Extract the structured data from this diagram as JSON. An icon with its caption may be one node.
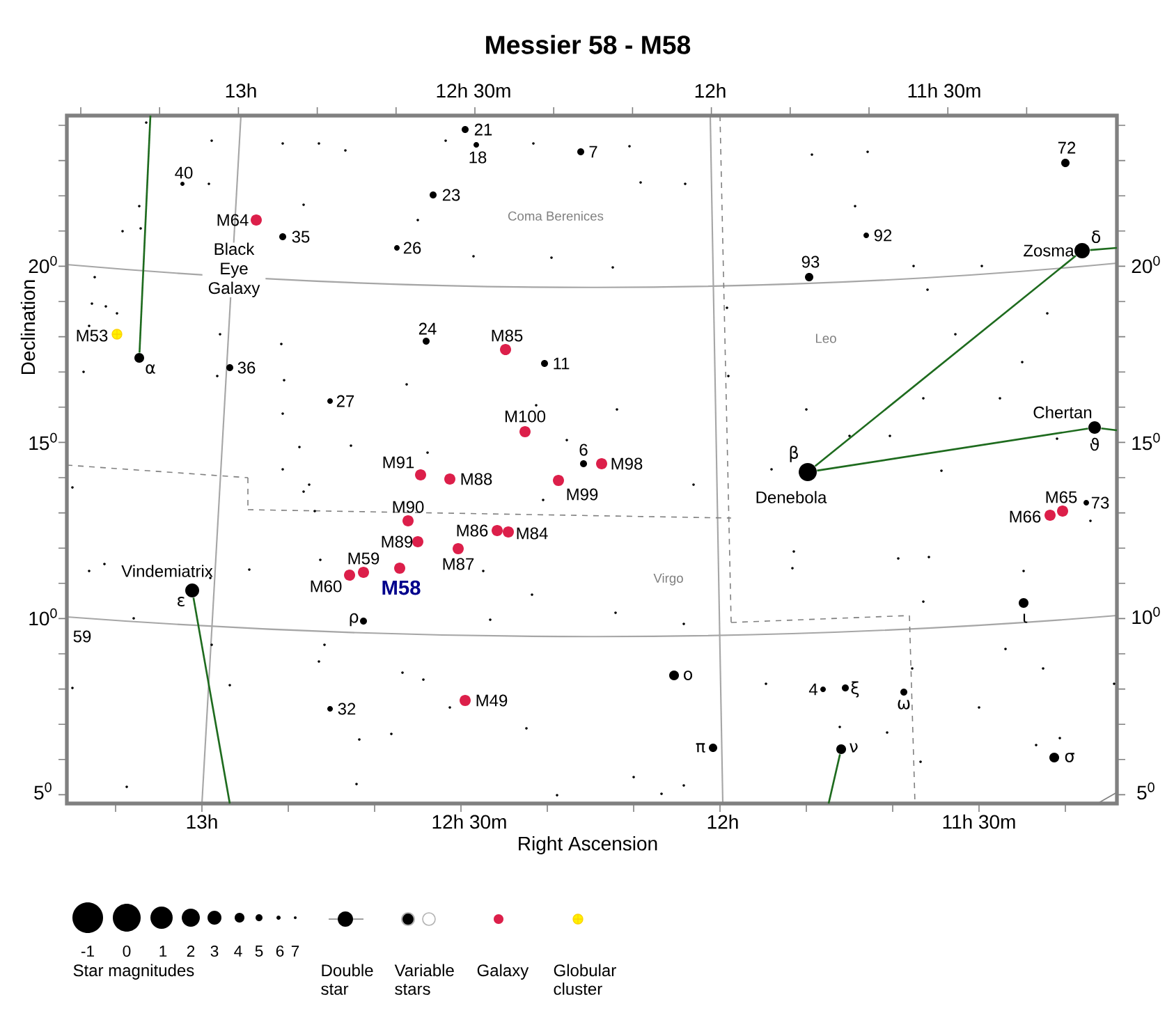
{
  "diagram": {
    "title": "Messier 58 - M58",
    "nodes": [
      {
        "text": [],
        "shape": "circle",
        "beside": [
          "Zosma",
          "δ"
        ]
      },
      {
        "text": [],
        "shape": "circle",
        "beside": [
          "α"
        ]
      },
      {
        "text": [],
        "shape": "circle",
        "beside": [
          "Chertan",
          "ϑ"
        ]
      },
      {
        "text": [],
        "shape": "circle",
        "beside": [
          "β",
          "Denebola"
        ]
      },
      {
        "text": [],
        "shape": "circle",
        "beside": [
          "Vindemiatrix",
          "ε"
        ]
      },
      {
        "text": [],
        "shape": "circle",
        "beside": [
          "ν"
        ]
      }
    ],
    "edges": [
      {
        "from": 0,
        "to": null,
        "arrow": "none"
      },
      {
        "from": 1,
        "to": null,
        "arrow": "none"
      },
      {
        "from": 0,
        "to": 3,
        "arrow": "none"
      },
      {
        "from": 2,
        "to": null,
        "arrow": "none"
      },
      {
        "from": 3,
        "to": 2,
        "arrow": "none"
      },
      {
        "from": 4,
        "to": null,
        "arrow": "none"
      },
      {
        "from": 5,
        "to": null,
        "arrow": "none"
      }
    ],
    "labels": [
      "13h",
      "12h 30m",
      "12h",
      "11h 30m",
      "18",
      "21",
      "7",
      "72",
      "40",
      "23",
      "M64",
      "Coma Berenices",
      "35",
      "26",
      "92",
      "20$^{0}$",
      "Black Eye Galaxy",
      "93",
      "20$^{0}$",
      "Declination",
      "M53",
      "24",
      "M85",
      "Leo",
      "36",
      "11",
      "27",
      "M100",
      "15$^{0}$",
      "M91",
      "6",
      "M98",
      "15$^{0}$",
      "M88",
      "M99",
      "M90",
      "M66",
      "M65",
      "73",
      "M89",
      "M86",
      "M84",
      "M60",
      "M59",
      "M58",
      "M87",
      "Virgo",
      "10$^{0}$",
      "ρ",
      "ι",
      "10$^{0}$",
      "59",
      "32",
      "M49",
      "o",
      "4",
      "ξ",
      "ω",
      "π",
      "σ",
      "5$^{0}$",
      "5$^{0}$",
      "13h",
      "12h 30m",
      "12h",
      "11h 30m",
      "Right Ascension",
      "-1",
      "0",
      "1",
      "2",
      "3",
      "4",
      "5",
      "6",
      "7"
    ],
    "legend": [
      {
        "text": "Star magnitudes"
      },
      {
        "text": "Double star"
      },
      {
        "text": "Variable stars"
      },
      {
        "text": "Galaxy",
        "color": "#dc1f4a"
      },
      {
        "text": "Globular cluster"
      }
    ]
  }
}
